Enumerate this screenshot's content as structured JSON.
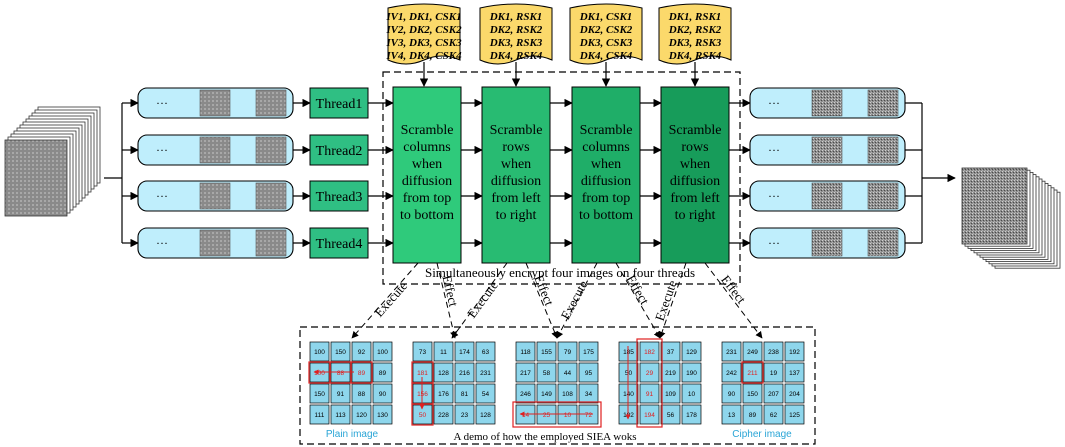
{
  "key_tags": [
    [
      "IV1, DK1, CSK1",
      "IV2, DK2, CSK2",
      "IV3, DK3, CSK3",
      "IV4, DK4, CSK4"
    ],
    [
      "DK1, RSK1",
      "DK2, RSK2",
      "DK3, RSK3",
      "DK4, RSK4"
    ],
    [
      "DK1, CSK1",
      "DK2, CSK2",
      "DK3, CSK3",
      "DK4, CSK4"
    ],
    [
      "DK1, RSK1",
      "DK2, RSK2",
      "DK3, RSK3",
      "DK4, RSK4"
    ]
  ],
  "threads": [
    "Thread1",
    "Thread2",
    "Thread3",
    "Thread4"
  ],
  "ellipsis": "···",
  "blocks": [
    [
      "Scramble",
      "columns",
      "when",
      "diffusion",
      "from top",
      "to bottom"
    ],
    [
      "Scramble",
      "rows",
      "when",
      "diffusion",
      "from left",
      "to right"
    ],
    [
      "Scramble",
      "columns",
      "when",
      "diffusion",
      "from top",
      "to bottom"
    ],
    [
      "Scramble",
      "rows",
      "when",
      "diffusion",
      "from left",
      "to right"
    ]
  ],
  "simultaneous_label": "Simultaneously encrypt four images on four threads",
  "execute_label": "Execute",
  "effect_label": "Effect",
  "demo_caption": "A demo of how the employed SIEA woks",
  "plain_caption": "Plain image",
  "cipher_caption": "Cipher image",
  "grids": [
    [
      [
        100,
        150,
        92,
        100
      ],
      [
        100,
        88,
        89,
        89
      ],
      [
        150,
        91,
        88,
        90
      ],
      [
        111,
        113,
        120,
        130
      ]
    ],
    [
      [
        73,
        11,
        174,
        63
      ],
      [
        181,
        128,
        216,
        231
      ],
      [
        156,
        176,
        81,
        54
      ],
      [
        50,
        228,
        23,
        128
      ]
    ],
    [
      [
        118,
        155,
        79,
        175
      ],
      [
        217,
        58,
        44,
        95
      ],
      [
        246,
        149,
        108,
        34
      ],
      [
        14,
        25,
        10,
        72
      ]
    ],
    [
      [
        185,
        182,
        37,
        129
      ],
      [
        50,
        29,
        219,
        190
      ],
      [
        140,
        91,
        109,
        10
      ],
      [
        182,
        194,
        56,
        178
      ]
    ],
    [
      [
        231,
        249,
        238,
        192
      ],
      [
        242,
        211,
        19,
        137
      ],
      [
        90,
        150,
        207,
        204
      ],
      [
        13,
        89,
        62,
        125
      ]
    ]
  ],
  "highlighted_cells": [
    [
      [
        1,
        2
      ],
      [
        1,
        1
      ],
      [
        1,
        0
      ]
    ],
    [
      [
        1,
        0
      ],
      [
        2,
        0
      ],
      [
        3,
        0
      ]
    ],
    [
      [
        3,
        0
      ],
      [
        3,
        1
      ],
      [
        3,
        2
      ],
      [
        3,
        3
      ]
    ],
    [
      [
        0,
        1
      ],
      [
        1,
        1
      ],
      [
        2,
        1
      ],
      [
        3,
        1
      ]
    ],
    [
      [
        1,
        1
      ]
    ]
  ],
  "colors": {
    "key_fill": "#fbd96b",
    "row_fill": "#bfeefc",
    "thread_fill": "#2fbf83",
    "block_fills": [
      "#2fca7b",
      "#28bb72",
      "#1fae68",
      "#179c5a"
    ],
    "grid_cell": "#8ed6ec",
    "highlight": "#e02020",
    "caption_blue": "#2aa5d6"
  }
}
